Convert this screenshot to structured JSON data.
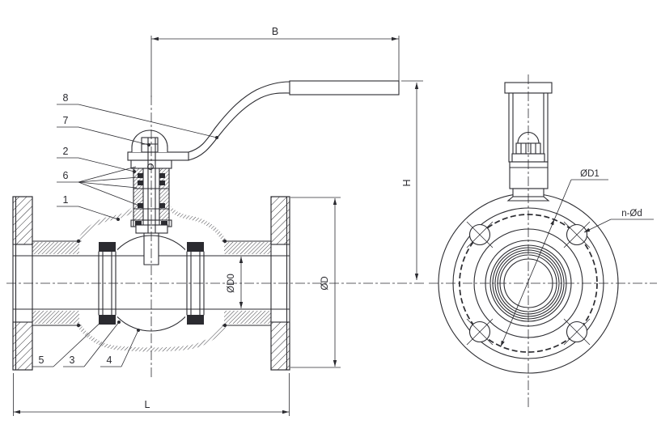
{
  "drawing": {
    "background": "#ffffff",
    "line_color": "#2b2b30"
  },
  "side_view": {
    "dim_b": "B",
    "dim_h": "H",
    "dim_l": "L",
    "dim_od": "ØD",
    "dim_od0": "ØD0",
    "callout_1": "1",
    "callout_2": "2",
    "callout_3": "3",
    "callout_4": "4",
    "callout_5": "5",
    "callout_6": "6",
    "callout_7": "7",
    "callout_8": "8"
  },
  "front_view": {
    "dim_od1": "ØD1",
    "dim_n_od": "n-Ød"
  }
}
